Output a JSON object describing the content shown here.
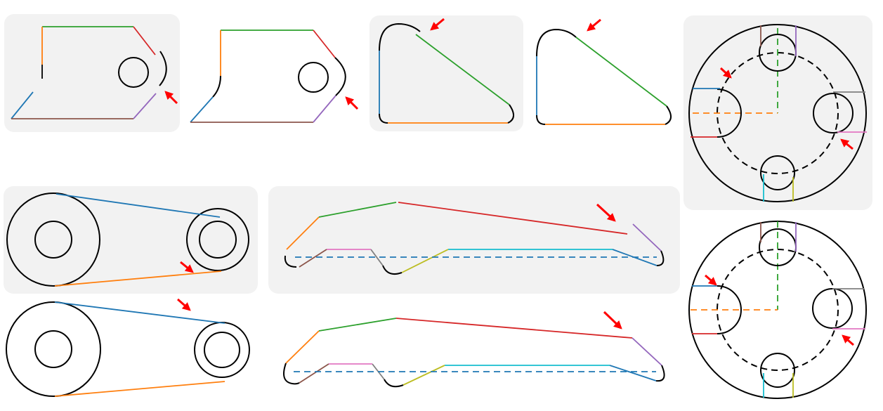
{
  "colors": {
    "panel_background": "#f2f2f2",
    "outline": "#000000",
    "highlight_arrow": "#ff0000",
    "blue": "#1f77b4",
    "orange": "#ff7f0e",
    "green": "#2ca02c",
    "red": "#d62728",
    "purple": "#9467bd",
    "brown": "#8c564b",
    "pink": "#e377c2",
    "gray": "#7f7f7f",
    "olive": "#bcbd22",
    "cyan": "#17becf"
  },
  "figures": [
    {
      "name": "bracket-plate",
      "variants": [
        "shaded-with-gap",
        "corrected"
      ]
    },
    {
      "name": "triangle-gusset",
      "variants": [
        "shaded-with-gap",
        "corrected"
      ]
    },
    {
      "name": "flange-disk-four-holes",
      "variants": [
        "shaded-with-gap",
        "corrected"
      ]
    },
    {
      "name": "belt-pulley-pair",
      "variants": [
        "shaded-with-gap",
        "corrected"
      ]
    },
    {
      "name": "long-profile-rail",
      "variants": [
        "shaded-with-gap",
        "corrected"
      ]
    }
  ],
  "icons": [
    "highlight-arrow-icon"
  ]
}
